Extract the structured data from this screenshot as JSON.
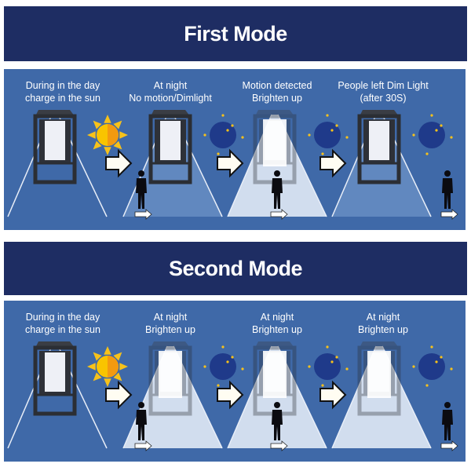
{
  "modes": [
    {
      "title": "First Mode",
      "scenes": [
        {
          "line1": "During in the day",
          "line2": "charge in the sun",
          "state": "day",
          "icon": "sun"
        },
        {
          "line1": "At night",
          "line2": "No motion/Dimlight",
          "state": "dim",
          "icon": "moon",
          "person": "left"
        },
        {
          "line1": "Motion detected",
          "line2": "Brighten up",
          "state": "bright",
          "icon": "moon",
          "person": "center"
        },
        {
          "line1": "People left Dim Light",
          "line2": "(after 30S)",
          "state": "dim",
          "icon": "moon",
          "person": "right"
        }
      ]
    },
    {
      "title": "Second Mode",
      "scenes": [
        {
          "line1": "During in the day",
          "line2": "charge in the sun",
          "state": "day",
          "icon": "sun"
        },
        {
          "line1": "At night",
          "line2": "Brighten up",
          "state": "bright",
          "icon": "moon",
          "person": "left"
        },
        {
          "line1": "At night",
          "line2": "Brighten up",
          "state": "bright",
          "icon": "moon",
          "person": "center"
        },
        {
          "line1": "At night",
          "line2": "Brighten up",
          "state": "bright",
          "icon": "moon",
          "person": "right"
        }
      ]
    }
  ],
  "colors": {
    "header": "#1e2d63",
    "panel": "#3f69a8",
    "sun": "#f5b800",
    "moon_bg": "#1f3a8a"
  }
}
